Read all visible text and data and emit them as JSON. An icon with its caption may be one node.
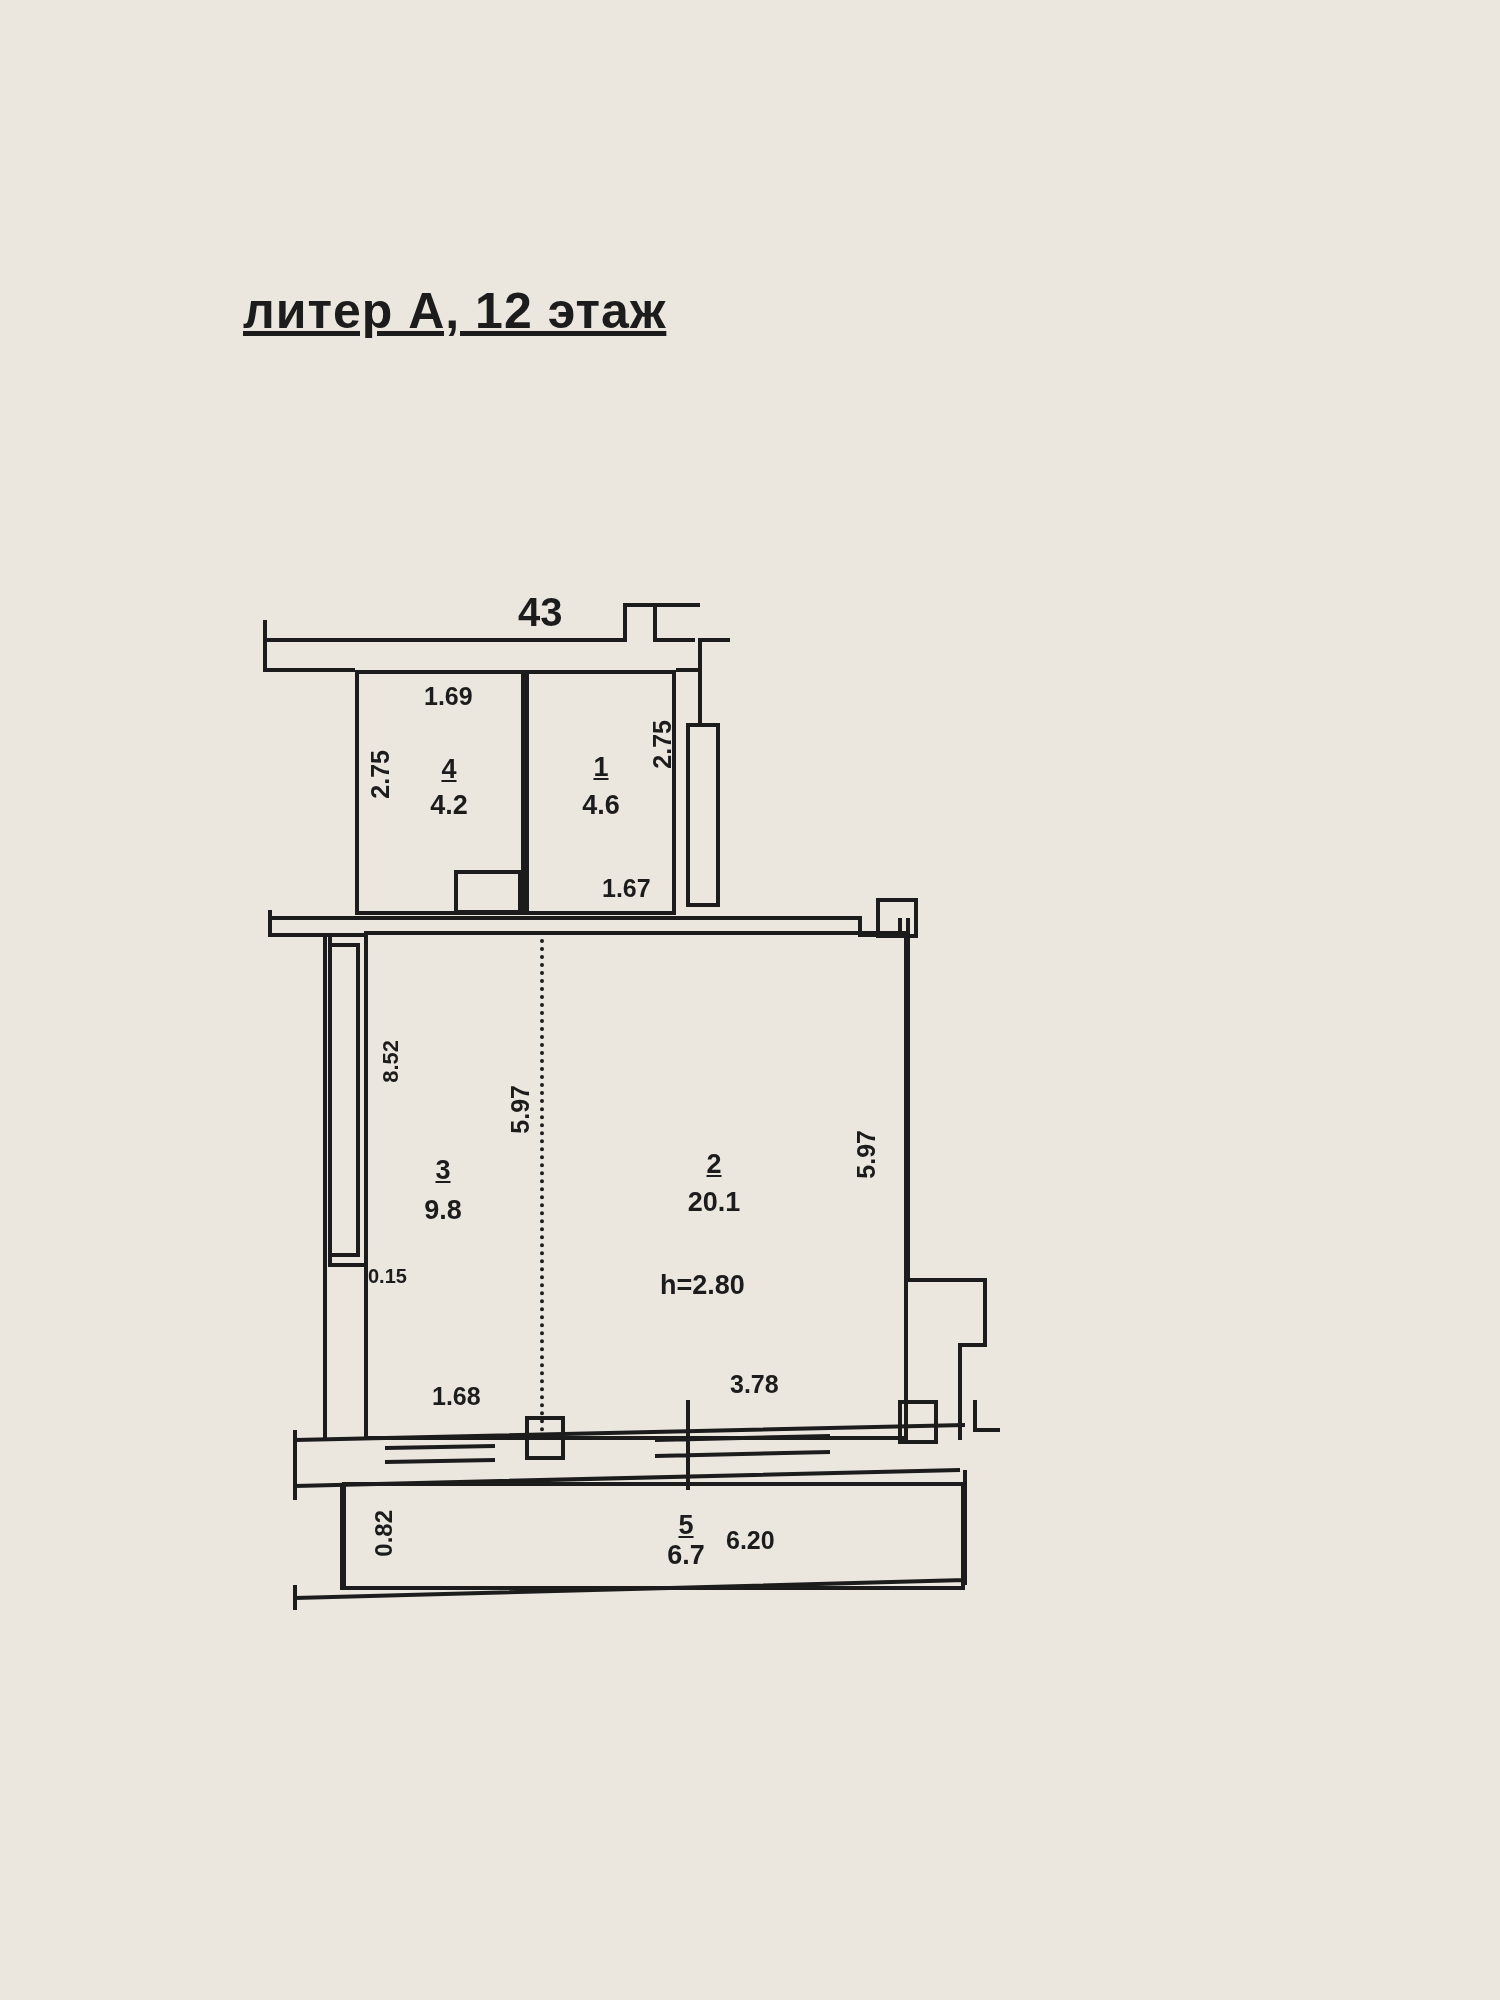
{
  "diagram": {
    "title": "литер А, 12 этаж",
    "nodes": [
      {
        "text": [
          "4",
          "4.2"
        ]
      },
      {
        "text": [
          "1",
          "4.6"
        ]
      },
      {
        "text": [
          "3",
          "9.8"
        ]
      },
      {
        "text": [
          "2",
          "20.1"
        ]
      },
      {
        "text": [
          "5",
          "6.7"
        ]
      }
    ],
    "labels": [
      "43",
      "1.69",
      "2.75",
      "2.75",
      "1.67",
      "8.52",
      "5.97",
      "5.97",
      "0.15",
      "h=2.80",
      "1.68",
      "3.78",
      "0.82",
      "6.20"
    ]
  }
}
